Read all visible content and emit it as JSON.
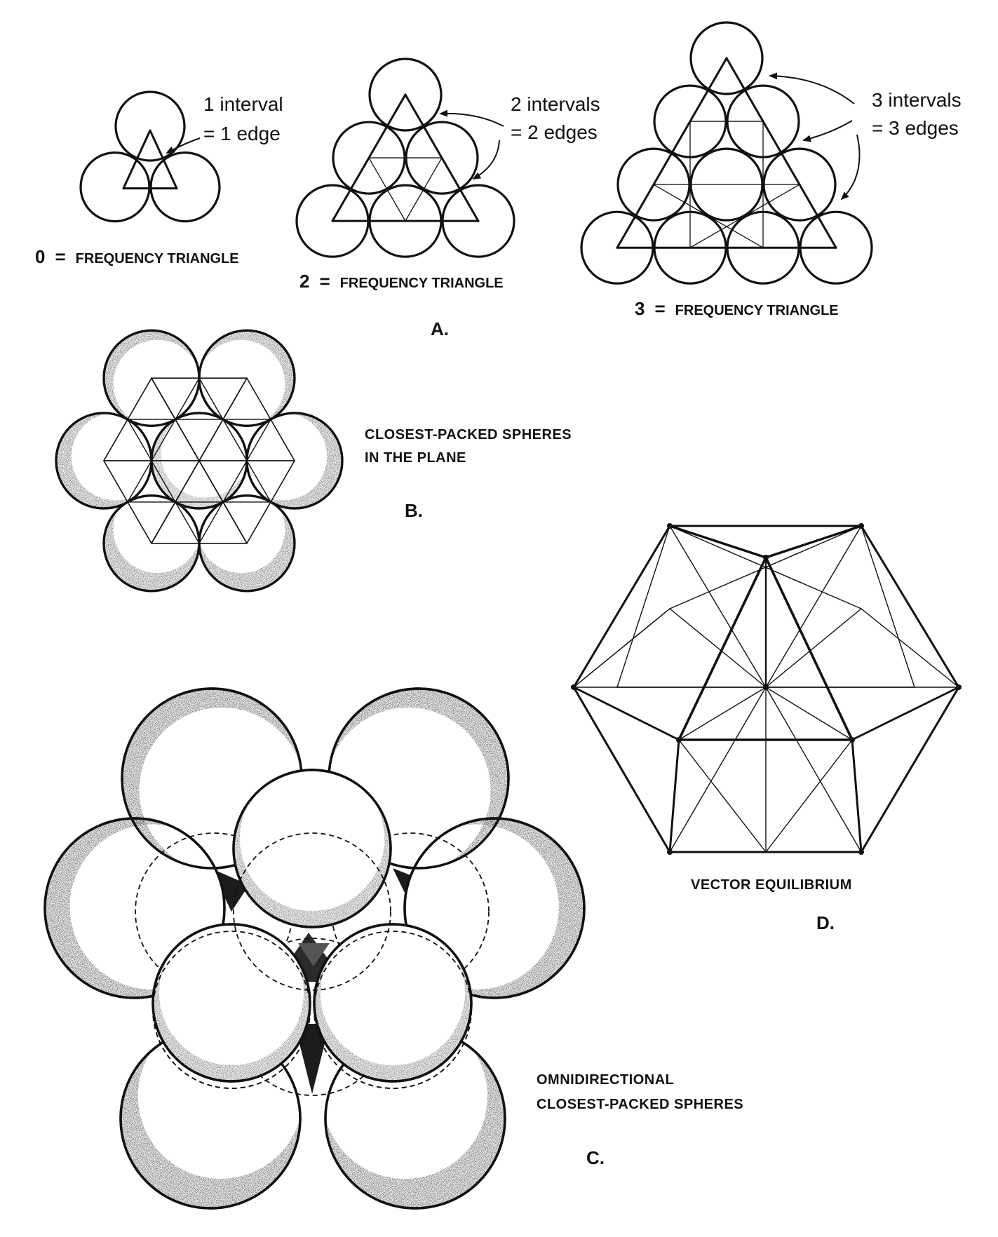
{
  "colors": {
    "ink": "#111111",
    "paper": "#ffffff",
    "shade": "#b9b9b9"
  },
  "panel_a": {
    "label": "A.",
    "tri0": {
      "num": "0",
      "eq": "=",
      "caption": "FREQUENCY TRIANGLE",
      "callout_1": "1 interval",
      "callout_2": "= 1 edge"
    },
    "tri2": {
      "num": "2",
      "eq": "=",
      "caption": "FREQUENCY TRIANGLE",
      "callout_1": "2 intervals",
      "callout_2": "= 2 edges"
    },
    "tri3": {
      "num": "3",
      "eq": "=",
      "caption": "FREQUENCY TRIANGLE",
      "callout_1": "3 intervals",
      "callout_2": "= 3 edges"
    }
  },
  "panel_b": {
    "label": "B.",
    "caption_1": "CLOSEST-PACKED SPHERES",
    "caption_2": "IN THE PLANE"
  },
  "panel_c": {
    "label": "C.",
    "caption_1": "OMNIDIRECTIONAL",
    "caption_2": "CLOSEST-PACKED SPHERES"
  },
  "panel_d": {
    "label": "D.",
    "caption": "VECTOR EQUILIBRIUM"
  }
}
